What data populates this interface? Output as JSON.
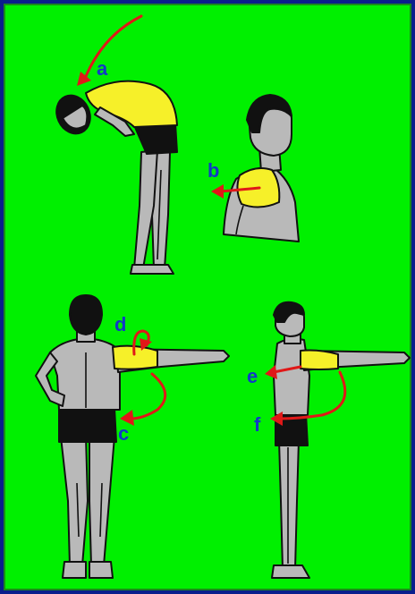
{
  "labels": {
    "a": "a",
    "b": "b",
    "c": "c",
    "d": "d",
    "e": "e",
    "f": "f"
  },
  "colors": {
    "background": "#00f000",
    "frame": "#0a1e8c",
    "stretch_region": "#f6f029",
    "arrow": "#e01818",
    "label": "#1238c8",
    "figure": "#b9b9b9"
  }
}
